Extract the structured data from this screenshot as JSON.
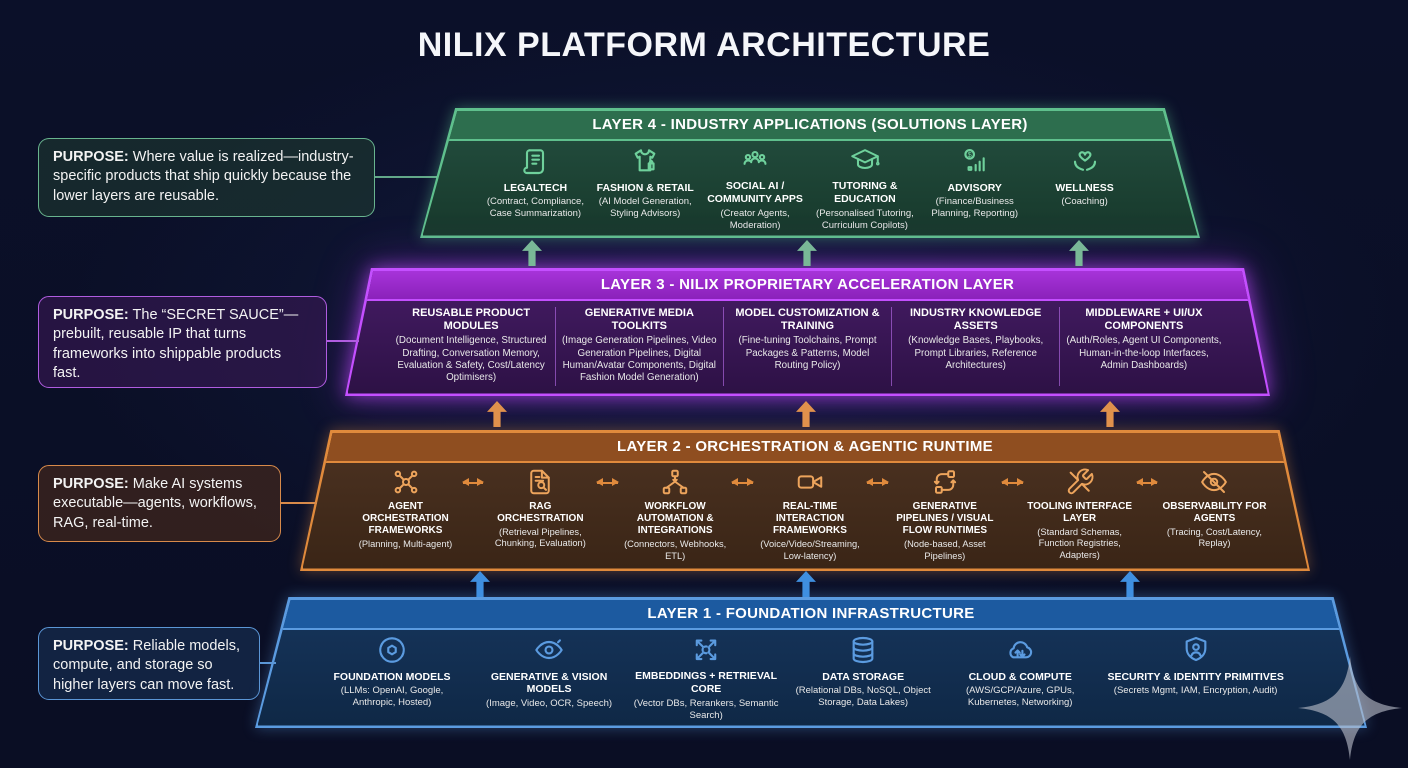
{
  "title": "NILIX PLATFORM ARCHITECTURE",
  "colors": {
    "layer4_green": "#5fc08d",
    "layer3_purple": "#c44fff",
    "layer2_orange": "#e08a3c",
    "layer1_blue": "#5b9be0",
    "background": "#0a0e24"
  },
  "layers": [
    {
      "title": "LAYER 4 - INDUSTRY APPLICATIONS (SOLUTIONS LAYER)",
      "purpose": {
        "label": "PURPOSE:",
        "text": " Where value is realized—industry-specific products that ship quickly because the lower layers are reusable."
      },
      "items": [
        {
          "icon": "contract-scroll-icon",
          "title": "LEGALTECH",
          "subtitle": "(Contract, Compliance, Case Summarization)"
        },
        {
          "icon": "tshirt-retail-icon",
          "title": "FASHION & RETAIL",
          "subtitle": "(AI Model Generation, Styling Advisors)"
        },
        {
          "icon": "community-users-icon",
          "title": "SOCIAL AI / COMMUNITY APPS",
          "subtitle": "(Creator Agents, Moderation)"
        },
        {
          "icon": "graduation-cap-icon",
          "title": "TUTORING & EDUCATION",
          "subtitle": "(Personalised Tutoring, Curriculum Copilots)"
        },
        {
          "icon": "finance-chart-icon",
          "title": "ADVISORY",
          "subtitle": "(Finance/Business Planning, Reporting)"
        },
        {
          "icon": "heart-hands-icon",
          "title": "WELLNESS",
          "subtitle": "(Coaching)"
        }
      ]
    },
    {
      "title": "LAYER 3 - NILIX PROPRIETARY ACCELERATION LAYER",
      "purpose": {
        "label": "PURPOSE:",
        "text": " The “SECRET SAUCE”—prebuilt, reusable IP that turns frameworks into shippable products fast."
      },
      "items": [
        {
          "title": "REUSABLE PRODUCT MODULES",
          "subtitle": "(Document Intelligence, Structured Drafting, Conversation Memory, Evaluation & Safety, Cost/Latency Optimisers)"
        },
        {
          "title": "GENERATIVE MEDIA TOOLKITS",
          "subtitle": "(Image Generation Pipelines, Video Generation Pipelines, Digital Human/Avatar Components, Digital Fashion Model Generation)"
        },
        {
          "title": "MODEL CUSTOMIZATION & TRAINING",
          "subtitle": "(Fine-tuning Toolchains, Prompt Packages & Patterns, Model Routing Policy)"
        },
        {
          "title": "INDUSTRY KNOWLEDGE ASSETS",
          "subtitle": "(Knowledge Bases, Playbooks, Prompt Libraries, Reference Architectures)"
        },
        {
          "title": "MIDDLEWARE + UI/UX COMPONENTS",
          "subtitle": "(Auth/Roles, Agent UI Components, Human-in-the-loop Interfaces, Admin Dashboards)"
        }
      ]
    },
    {
      "title": "LAYER 2 - ORCHESTRATION & AGENTIC RUNTIME",
      "purpose": {
        "label": "PURPOSE:",
        "text": " Make AI systems executable—agents, workflows, RAG, real-time."
      },
      "items": [
        {
          "icon": "agent-network-icon",
          "title": "AGENT ORCHESTRATION FRAMEWORKS",
          "subtitle": "(Planning, Multi-agent)"
        },
        {
          "icon": "document-search-icon",
          "title": "RAG ORCHESTRATION",
          "subtitle": "(Retrieval Pipelines, Chunking, Evaluation)"
        },
        {
          "icon": "workflow-nodes-icon",
          "title": "WORKFLOW AUTOMATION & INTEGRATIONS",
          "subtitle": "(Connectors, Webhooks, ETL)"
        },
        {
          "icon": "video-camera-icon",
          "title": "REAL-TIME INTERACTION FRAMEWORKS",
          "subtitle": "(Voice/Video/Streaming, Low-latency)"
        },
        {
          "icon": "pipeline-cycle-icon",
          "title": "GENERATIVE PIPELINES / VISUAL FLOW RUNTIMES",
          "subtitle": "(Node-based, Asset Pipelines)"
        },
        {
          "icon": "tools-icon",
          "title": "TOOLING INTERFACE LAYER",
          "subtitle": "(Standard Schemas, Function Registries, Adapters)"
        },
        {
          "icon": "eye-off-icon",
          "title": "OBSERVABILITY FOR AGENTS",
          "subtitle": "(Tracing, Cost/Latency, Replay)"
        }
      ]
    },
    {
      "title": "LAYER 1 - FOUNDATION INFRASTRUCTURE",
      "purpose": {
        "label": "PURPOSE:",
        "text": " Reliable models, compute, and storage so higher layers can move fast."
      },
      "items": [
        {
          "icon": "foundation-model-knot-icon",
          "title": "FOUNDATION MODELS",
          "subtitle": "(LLMs: OpenAI, Google, Anthropic, Hosted)"
        },
        {
          "icon": "vision-eye-icon",
          "title": "GENERATIVE & VISION MODELS",
          "subtitle": "(Image, Video, OCR, Speech)"
        },
        {
          "icon": "embeddings-expand-icon",
          "title": "EMBEDDINGS + RETRIEVAL CORE",
          "subtitle": "(Vector DBs, Rerankers, Semantic Search)"
        },
        {
          "icon": "database-icon",
          "title": "DATA STORAGE",
          "subtitle": "(Relational DBs, NoSQL, Object Storage, Data Lakes)"
        },
        {
          "icon": "cloud-compute-icon",
          "title": "CLOUD & COMPUTE",
          "subtitle": "(AWS/GCP/Azure, GPUs, Kubernetes, Networking)"
        },
        {
          "icon": "shield-identity-icon",
          "title": "SECURITY & IDENTITY PRIMITIVES",
          "subtitle": "(Secrets Mgmt, IAM, Encryption, Audit)"
        }
      ]
    }
  ]
}
